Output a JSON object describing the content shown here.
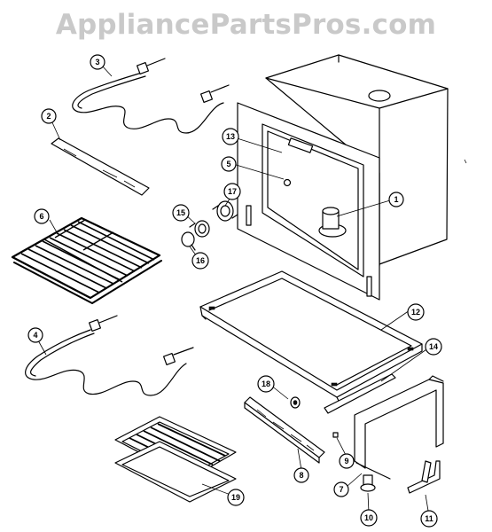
{
  "watermark": "AppliancePartsPros.com",
  "callouts": [
    "1",
    "2",
    "3",
    "4",
    "5",
    "6",
    "7",
    "8",
    "9",
    "10",
    "11",
    "12",
    "13",
    "14",
    "15",
    "16",
    "17",
    "18",
    "19"
  ]
}
